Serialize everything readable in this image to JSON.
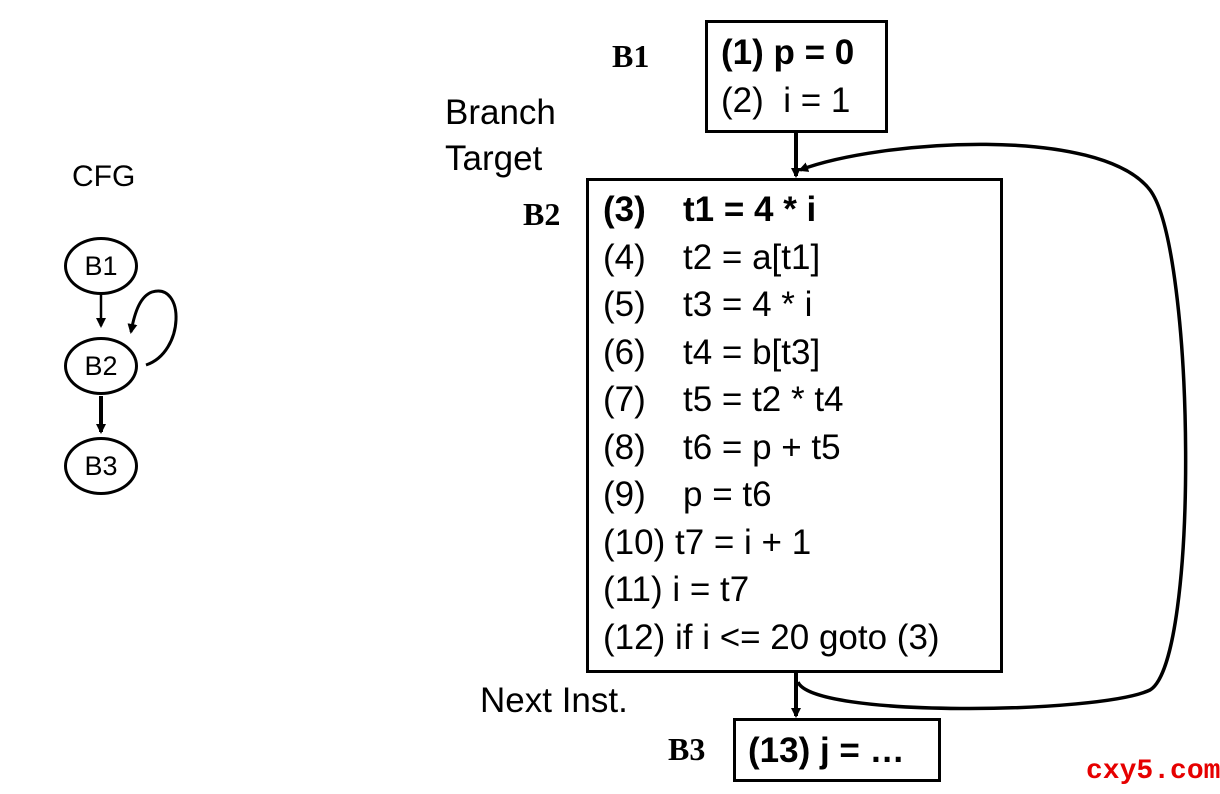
{
  "cfg": {
    "title": "CFG",
    "nodes": [
      "B1",
      "B2",
      "B3"
    ]
  },
  "labels": {
    "b1": "B1",
    "b2": "B2",
    "b3": "B3",
    "branch_target_line1": "Branch",
    "branch_target_line2": "Target",
    "next_inst": "Next Inst."
  },
  "block_b1": {
    "lines": [
      {
        "num": "(1)",
        "code": "p = 0"
      },
      {
        "num": "(2)",
        "code": "i = 1"
      }
    ]
  },
  "block_b2": {
    "lines": [
      {
        "num": "(3)",
        "code": "t1 = 4 * i"
      },
      {
        "num": "(4)",
        "code": "t2 = a[t1]"
      },
      {
        "num": "(5)",
        "code": "t3 = 4 * i"
      },
      {
        "num": "(6)",
        "code": "t4 = b[t3]"
      },
      {
        "num": "(7)",
        "code": "t5 = t2 * t4"
      },
      {
        "num": "(8)",
        "code": "t6 = p + t5"
      },
      {
        "num": "(9)",
        "code": "p = t6"
      },
      {
        "num": "(10)",
        "code": "t7 = i + 1"
      },
      {
        "num": "(11)",
        "code": "i = t7"
      },
      {
        "num": "(12)",
        "code": "if i <= 20 goto (3)"
      }
    ]
  },
  "block_b3": {
    "lines": [
      {
        "num": "(13)",
        "code": "j = …"
      }
    ]
  },
  "watermark": "cxy5.com",
  "colors": {
    "ink": "#000000",
    "watermark": "#e60000"
  }
}
